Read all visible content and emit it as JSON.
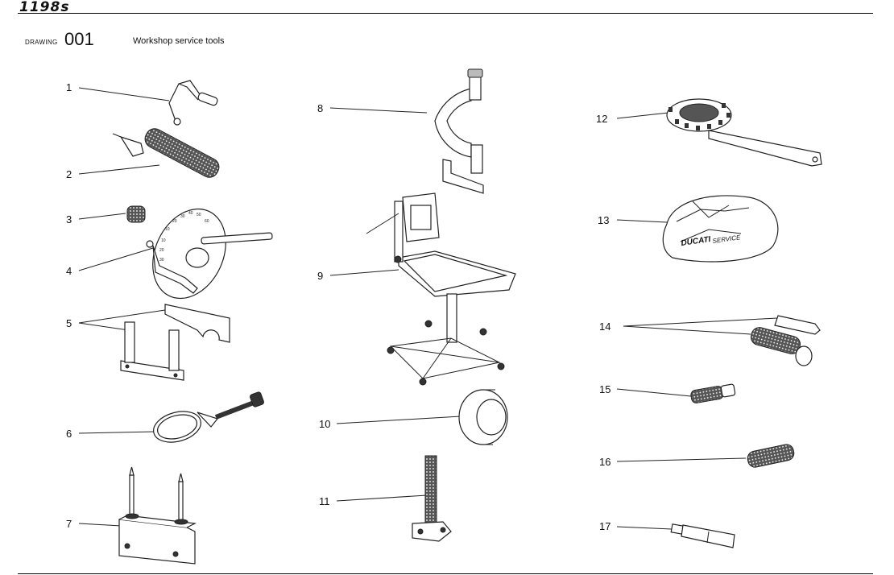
{
  "header": {
    "logo": "1198s"
  },
  "drawing": {
    "label": "DRAWING",
    "number": "001",
    "title": "Workshop service tools"
  },
  "callouts": [
    "1",
    "2",
    "3",
    "4",
    "5",
    "6",
    "7",
    "8",
    "9",
    "10",
    "11",
    "12",
    "13",
    "14",
    "15",
    "16",
    "17"
  ],
  "tool_cover_text": {
    "brand": "DUCATI",
    "service": "SERVICE"
  },
  "protractor_marks": [
    "10",
    "20",
    "30",
    "40",
    "50",
    "60",
    "10",
    "20",
    "30"
  ]
}
